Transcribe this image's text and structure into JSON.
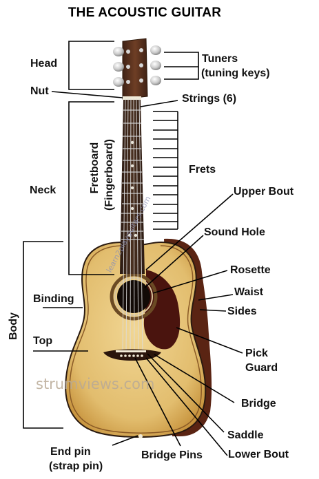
{
  "title": "THE ACOUSTIC GUITAR",
  "labels": {
    "head": "Head",
    "nut": "Nut",
    "neck": "Neck",
    "body": "Body",
    "binding": "Binding",
    "top": "Top",
    "end_pin": "End pin",
    "end_pin_sub": "(strap pin)",
    "bridge_pins": "Bridge Pins",
    "lower_bout": "Lower Bout",
    "saddle": "Saddle",
    "bridge": "Bridge",
    "pick": "Pick",
    "guard": "Guard",
    "sides": "Sides",
    "waist": "Waist",
    "rosette": "Rosette",
    "sound_hole": "Sound Hole",
    "upper_bout": "Upper Bout",
    "frets": "Frets",
    "strings": "Strings (6)",
    "tuners": "Tuners",
    "tuners_sub": "(tuning keys)",
    "fretboard": "Fretboard",
    "fingerboard": "(Fingerboard)"
  },
  "watermarks": {
    "main": "strumviews.com",
    "diagonal": "learn2playguitars.com"
  },
  "colors": {
    "top_wood": "#e4c27a",
    "top_wood_dark": "#c9983f",
    "sides_wood": "#5a2413",
    "fretboard": "#3a2418",
    "headstock": "#5b3320",
    "pick_guard": "#4a140e",
    "line": "#000000"
  }
}
